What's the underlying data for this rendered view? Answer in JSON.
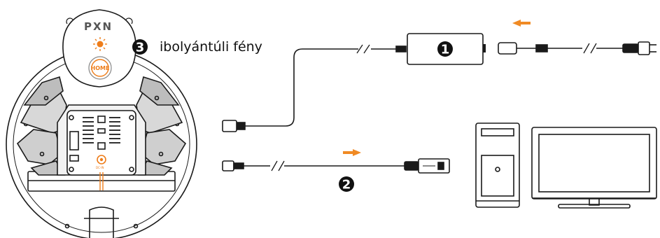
{
  "captions": {
    "uv_light": "ibolyántúli fény"
  },
  "steps": [
    {
      "number": "1"
    },
    {
      "number": "2"
    },
    {
      "number": "3"
    }
  ],
  "wheel": {
    "logo": "PXN",
    "home_label": "HOME",
    "port_label": "DC-IN"
  },
  "colors": {
    "accent": "#ee7d1a",
    "arrow": "#f08a24",
    "line": "#1a1a1a",
    "badge": "#111111"
  },
  "icons": [
    "uv-light-icon",
    "arrow-left-icon",
    "arrow-right-icon"
  ]
}
